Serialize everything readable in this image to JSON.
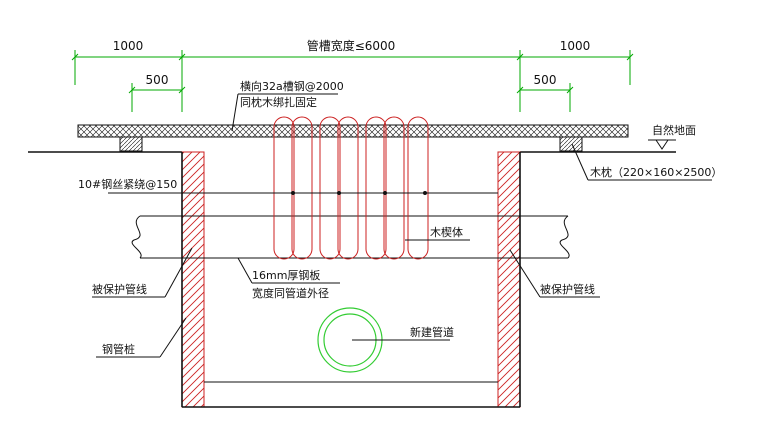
{
  "dimensions": {
    "left_outer": "1000",
    "trench_width": "管槽宽度≤6000",
    "right_outer": "1000",
    "left_inner": "500",
    "right_inner": "500"
  },
  "labels": {
    "channel_steel_1": "横向32a槽钢@2000",
    "channel_steel_2": "同枕木绑扎固定",
    "natural_ground": "自然地面",
    "sleeper": "木枕（220×160×2500）",
    "wire_rope": "10#钢丝紧绕@150",
    "wood_block": "木楔体",
    "steel_plate_1": "16mm厚钢板",
    "steel_plate_2": "宽度同管道外径",
    "protected_pipe_left": "被保护管线",
    "protected_pipe_right": "被保护管线",
    "steel_pile": "钢管桩",
    "new_pipe": "新建管道"
  },
  "colors": {
    "dimension": "#00aa00",
    "drawing": "#111111",
    "hatch_red": "#cc2222",
    "new_pipe": "#33cc33"
  }
}
